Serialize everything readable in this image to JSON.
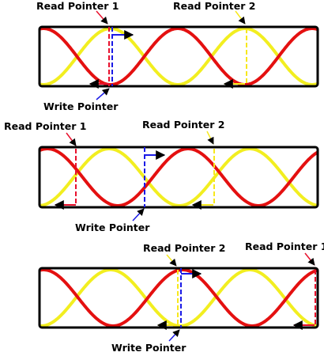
{
  "panels": [
    {
      "read_pointer_1_label": "Read Pointer 1",
      "read_pointer_2_label": "Read Pointer 2",
      "write_pointer_label": "Write Pointer"
    },
    {
      "read_pointer_1_label": "Read Pointer 1",
      "read_pointer_2_label": "Read Pointer 2",
      "write_pointer_label": "Write Pointer"
    },
    {
      "read_pointer_1_label": "Read Pointer 1",
      "read_pointer_2_label": "Read Pointer 2",
      "write_pointer_label": "Write Pointer"
    }
  ],
  "colors": {
    "frame": "#000000",
    "wave_red": "#e41010",
    "wave_yellow": "#f2ee20",
    "read_pointer_1": "#e8112d",
    "read_pointer_2": "#f7e81c",
    "write_pointer": "#1a1ae6"
  }
}
